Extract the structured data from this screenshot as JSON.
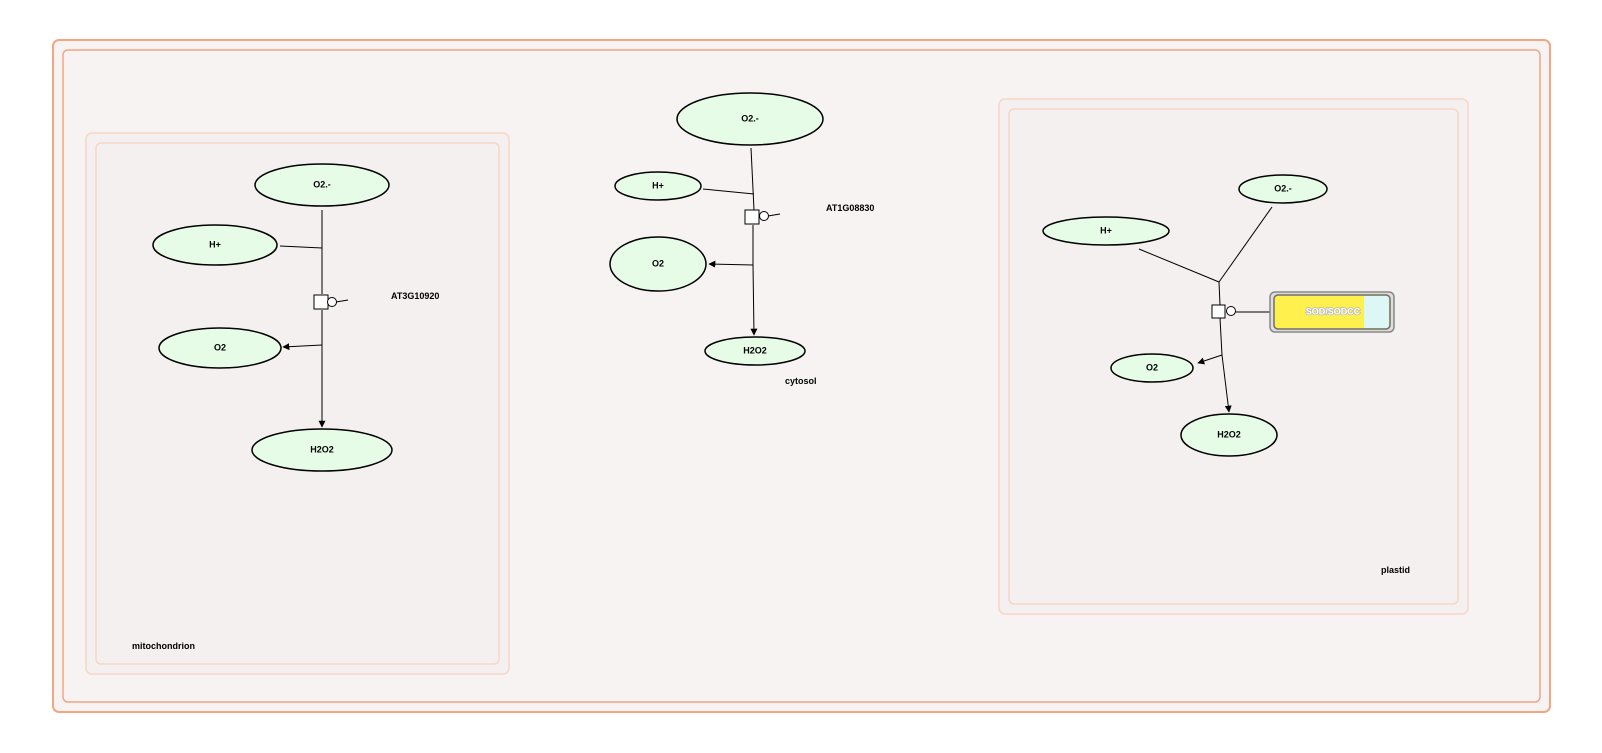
{
  "colors": {
    "outer_compartment_stroke": "#f4a582",
    "outer_compartment_fill": "#f7f3f2",
    "inner_compartment_stroke": "#f8d5c8",
    "inner_compartment_fill": "#f5f0f0",
    "metabolite_fill": "#e6fce6",
    "metabolite_stroke": "#000000",
    "macromolecule_fill": "#fff04d",
    "macromolecule_fill_right": "#ddf7f7",
    "macromolecule_stroke": "#888888"
  },
  "compartments": {
    "cytosol": "cytosol",
    "mitochondrion": "mitochondrion",
    "plastid": "plastid"
  },
  "mitochondrion": {
    "superoxide": "O2.-",
    "proton": "H+",
    "oxygen": "O2",
    "peroxide": "H2O2",
    "gene": "AT3G10920"
  },
  "cytosol_rx": {
    "superoxide": "O2.-",
    "proton": "H+",
    "oxygen": "O2",
    "peroxide": "H2O2",
    "gene": "AT1G08830"
  },
  "plastid_rx": {
    "superoxide": "O2.-",
    "proton": "H+",
    "oxygen": "O2",
    "peroxide": "H2O2",
    "enzyme": "SOD/SODCC"
  }
}
